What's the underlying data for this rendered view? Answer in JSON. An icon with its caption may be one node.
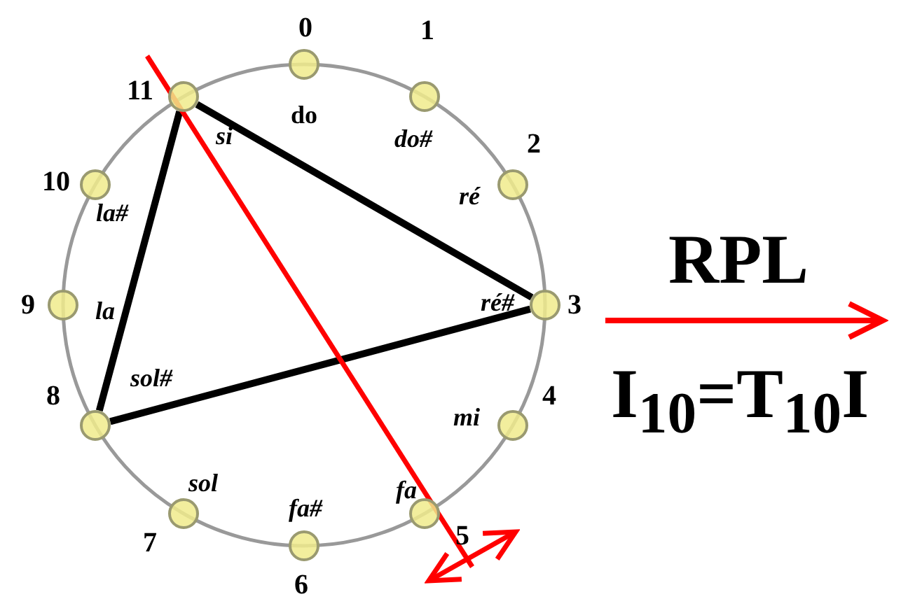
{
  "diagram": {
    "nodes": [
      {
        "text": [],
        "shape": "circle",
        "beside": [
          "0",
          "do"
        ]
      },
      {
        "text": [],
        "shape": "circle",
        "beside": [
          "1",
          "do#"
        ]
      },
      {
        "text": [],
        "shape": "circle",
        "beside": [
          "2",
          "ré"
        ]
      },
      {
        "text": [],
        "shape": "circle",
        "beside": [
          "3",
          "ré#"
        ]
      },
      {
        "text": [],
        "shape": "circle",
        "beside": [
          "4",
          "mi"
        ]
      },
      {
        "text": [],
        "shape": "circle",
        "beside": [
          "5",
          "fa"
        ]
      },
      {
        "text": [],
        "shape": "circle",
        "beside": [
          "6",
          "fa#"
        ]
      },
      {
        "text": [],
        "shape": "circle",
        "beside": [
          "7",
          "sol"
        ]
      },
      {
        "text": [],
        "shape": "circle",
        "beside": [
          "8",
          "sol#"
        ]
      },
      {
        "text": [],
        "shape": "circle",
        "beside": [
          "9",
          "la"
        ]
      },
      {
        "text": [],
        "shape": "circle",
        "beside": [
          "10",
          "la#"
        ]
      },
      {
        "text": [],
        "shape": "circle",
        "beside": [
          "11",
          "si"
        ]
      }
    ],
    "edges": [
      {
        "from": 11,
        "to": 3,
        "arrow": "none"
      },
      {
        "from": 3,
        "to": 8,
        "arrow": "none"
      },
      {
        "from": 8,
        "to": 11,
        "arrow": "none"
      }
    ],
    "labels": [
      "RPL",
      "I$_{10}$=T$_{10}$I"
    ]
  }
}
